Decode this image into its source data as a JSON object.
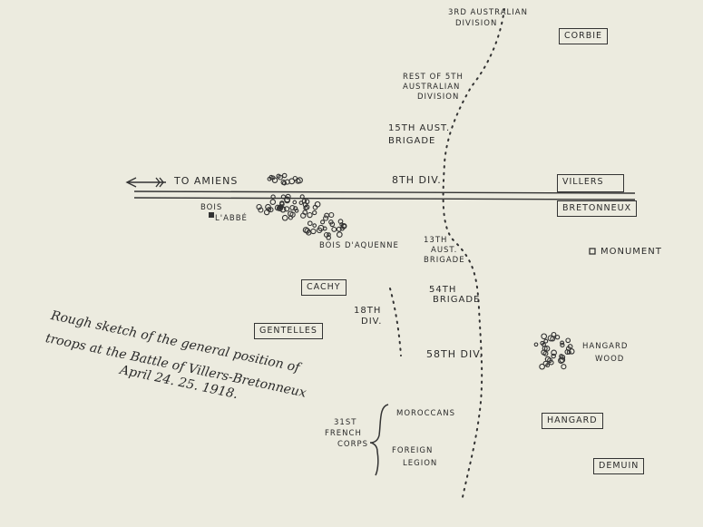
{
  "labels": {
    "aus3": [
      "3rd AUSTRALIAN",
      "DIVISION"
    ],
    "aus5": [
      "REST of 5th",
      "AUSTRALIAN",
      "DIVISION"
    ],
    "aus15": [
      "15th AUST.",
      "BRIGADE"
    ],
    "to_amiens": "TO AMIENS",
    "div8": "8th DIV.",
    "bois_labbe": [
      "BOIS",
      "L'ABBÉ"
    ],
    "bois_aquenne": "BOIS D'AQUENNE",
    "aus13": [
      "13th",
      "AUST.",
      "BRIGADE"
    ],
    "monument": "MONUMENT",
    "brig54": [
      "54th",
      "BRIGADE"
    ],
    "div18": [
      "18th",
      "DIV."
    ],
    "div58": "58th DIV.",
    "hangard_wood": [
      "HANGARD",
      "WOOD"
    ],
    "moroccans": "MOROCCANS",
    "foreign_legion": [
      "FOREIGN",
      "LEGION"
    ],
    "french31": [
      "31st",
      "FRENCH",
      "CORPS"
    ]
  },
  "places": {
    "corbie": "CORBIE",
    "villers": "VILLERS",
    "bretonneux": "BRETONNEUX",
    "cachy": "CACHY",
    "gentelles": "GENTELLES",
    "hangard": "HANGARD",
    "demuin": "DEMUIN"
  },
  "caption": [
    "Rough sketch of the general position of",
    "troops at the Battle of Villers-Bretonneux",
    "April 24. 25. 1918."
  ],
  "colors": {
    "paper": "#ecebdf",
    "ink": "#2a2a2a"
  }
}
